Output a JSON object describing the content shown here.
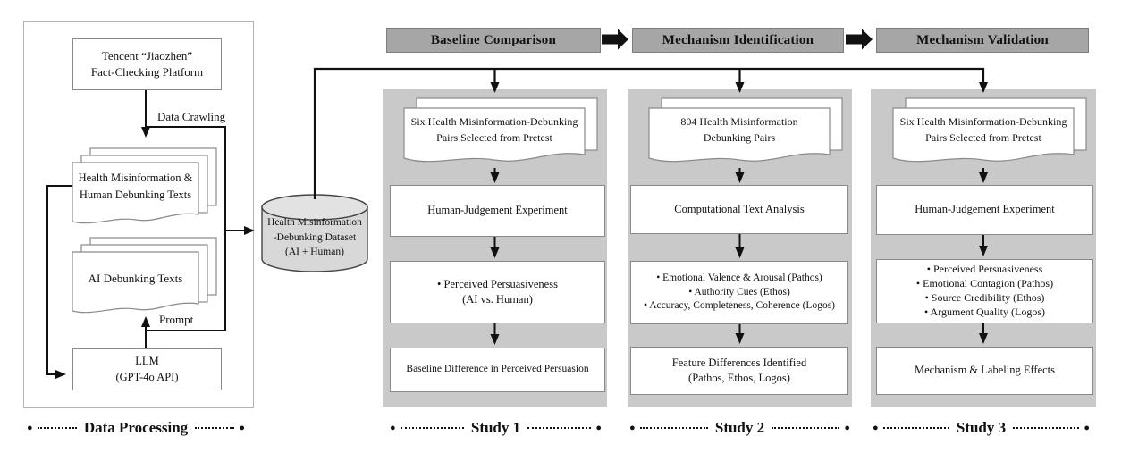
{
  "colors": {
    "header_bg": "#a6a6a6",
    "panel_bg": "#c9c9c9",
    "cylinder_bg": "#d8d8d8",
    "line": "#111111",
    "box_border": "#898989"
  },
  "phase_headers": [
    {
      "label": "Baseline Comparison"
    },
    {
      "label": "Mechanism Identification"
    },
    {
      "label": "Mechanism Validation"
    }
  ],
  "data_processing": {
    "caption": "Data Processing",
    "platform_box": {
      "lines": [
        "Tencent “Jiaozhen”",
        "Fact-Checking Platform"
      ]
    },
    "crawl_arrow_label": "Data Crawling",
    "human_texts_doc": {
      "lines": [
        "Health Misinformation &",
        "Human Debunking Texts"
      ]
    },
    "ai_texts_doc": {
      "lines": [
        "AI Debunking Texts"
      ]
    },
    "prompt_arrow_label": "Prompt",
    "llm_box": {
      "lines": [
        "LLM",
        "(GPT-4o API)"
      ]
    }
  },
  "dataset": {
    "lines": [
      "Health Misinformation",
      "-Debunking Dataset",
      "(AI + Human)"
    ]
  },
  "studies": [
    {
      "caption": "Study 1",
      "doc": {
        "lines": [
          "Six Health Misinformation-Debunking",
          "Pairs Selected from Pretest"
        ]
      },
      "step1": {
        "lines": [
          "Human-Judgement Experiment"
        ]
      },
      "step2": {
        "lines": [
          "• Perceived Persuasiveness",
          "(AI vs. Human)"
        ]
      },
      "step3": {
        "lines": [
          "Baseline Difference in Perceived Persuasion"
        ]
      }
    },
    {
      "caption": "Study 2",
      "doc": {
        "lines": [
          "804 Health Misinformation",
          "Debunking Pairs"
        ]
      },
      "step1": {
        "lines": [
          "Computational Text Analysis"
        ]
      },
      "step2": {
        "lines": [
          "• Emotional Valence & Arousal (Pathos)",
          "• Authority Cues (Ethos)",
          "• Accuracy, Completeness, Coherence (Logos)"
        ]
      },
      "step3": {
        "lines": [
          "Feature Differences Identified",
          "(Pathos, Ethos, Logos)"
        ]
      }
    },
    {
      "caption": "Study 3",
      "doc": {
        "lines": [
          "Six Health Misinformation-Debunking",
          "Pairs Selected from Pretest"
        ]
      },
      "step1": {
        "lines": [
          "Human-Judgement Experiment"
        ]
      },
      "step2": {
        "lines": [
          "• Perceived Persuasiveness",
          "• Emotional Contagion (Pathos)",
          "• Source Credibility (Ethos)",
          "• Argument Quality (Logos)"
        ]
      },
      "step3": {
        "lines": [
          "Mechanism & Labeling Effects"
        ]
      }
    }
  ]
}
